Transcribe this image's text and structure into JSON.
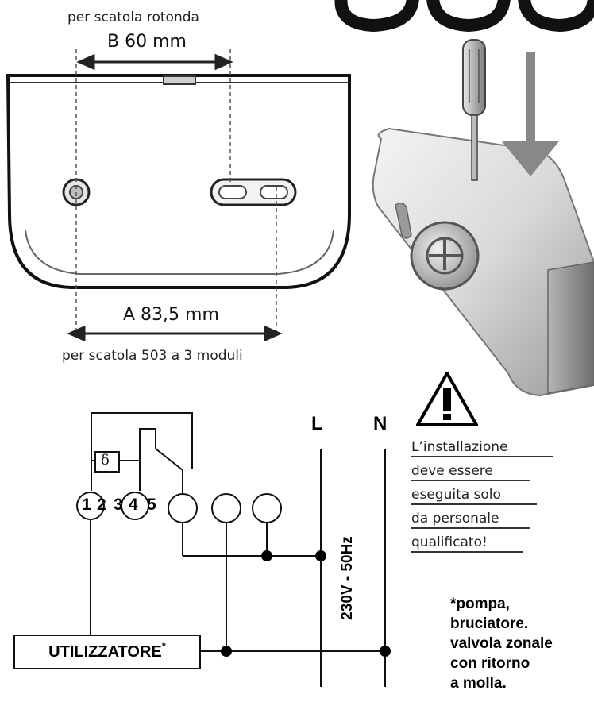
{
  "mounting": {
    "round_box_label": "per scatola rotonda",
    "dim_b": "B 60 mm",
    "dim_a": "A 83,5 mm",
    "box_503_label": "per scatola 503 a 3 moduli"
  },
  "wiring": {
    "terminal_1": "1",
    "terminal_2": "2",
    "terminal_3": "3",
    "terminal_4": "4",
    "terminal_5": "5",
    "delta_symbol": "δ",
    "line_label": "L",
    "neutral_label": "N",
    "voltage_label": "230V - 50Hz",
    "load_label": "UTILIZZATORE",
    "load_asterisk": "*"
  },
  "warning": {
    "lines": [
      "L’installazione",
      "deve essere",
      "eseguita solo",
      "da personale",
      "qualificato!"
    ]
  },
  "note": {
    "lines": [
      "*pompa,",
      "bruciatore.",
      "valvola zonale",
      "con ritorno",
      "a molla."
    ]
  }
}
